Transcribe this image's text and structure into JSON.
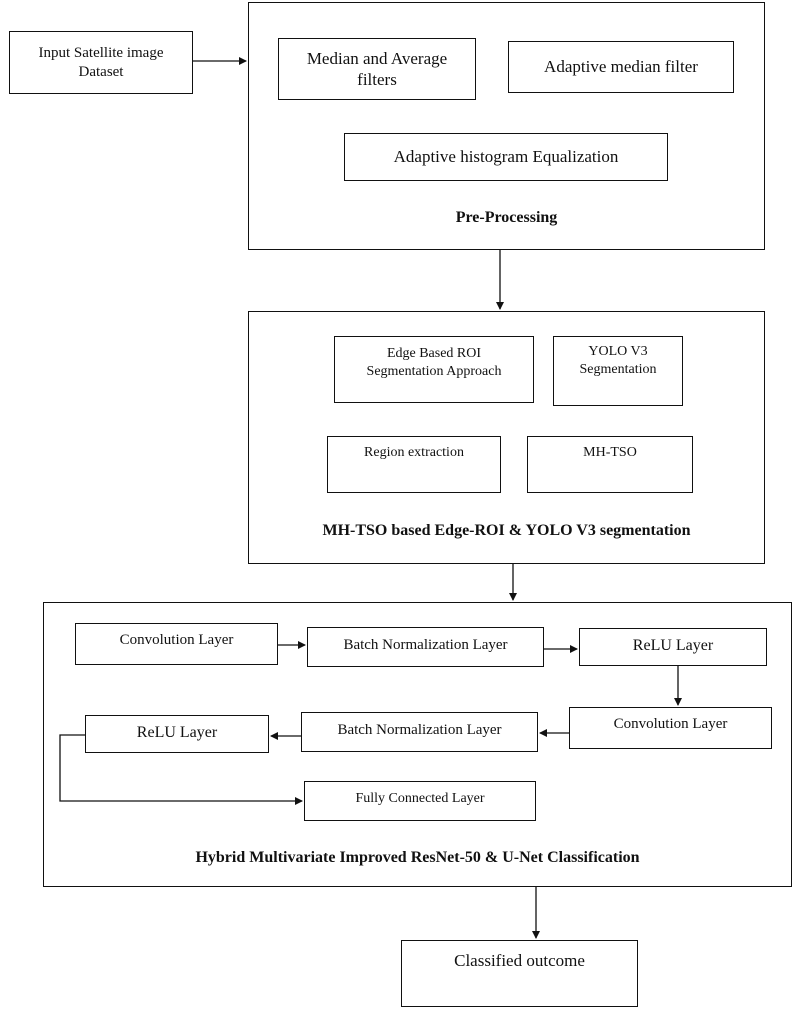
{
  "input": {
    "line1": "Input Satellite image",
    "line2": "Dataset"
  },
  "preprocessing": {
    "caption": "Pre-Processing",
    "median_avg": {
      "line1": "Median and Average",
      "line2": "filters"
    },
    "adaptive_median": "Adaptive median filter",
    "adaptive_histogram": "Adaptive histogram Equalization"
  },
  "segmentation": {
    "caption": "MH-TSO based Edge-ROI & YOLO V3 segmentation",
    "edge_roi": {
      "line1": "Edge Based ROI",
      "line2": "Segmentation  Approach"
    },
    "yolo": {
      "line1": "YOLO V3",
      "line2": "Segmentation"
    },
    "region_extraction": "Region  extraction",
    "mhtso": "MH-TSO"
  },
  "classification": {
    "caption": "Hybrid Multivariate Improved ResNet-50 & U-Net Classification",
    "conv1": "Convolution Layer",
    "bn1": "Batch Normalization Layer",
    "relu1": "ReLU Layer",
    "conv2": "Convolution Layer",
    "bn2": "Batch Normalization Layer",
    "relu2": "ReLU Layer",
    "fc": "Fully Connected  Layer"
  },
  "outcome": "Classified outcome"
}
